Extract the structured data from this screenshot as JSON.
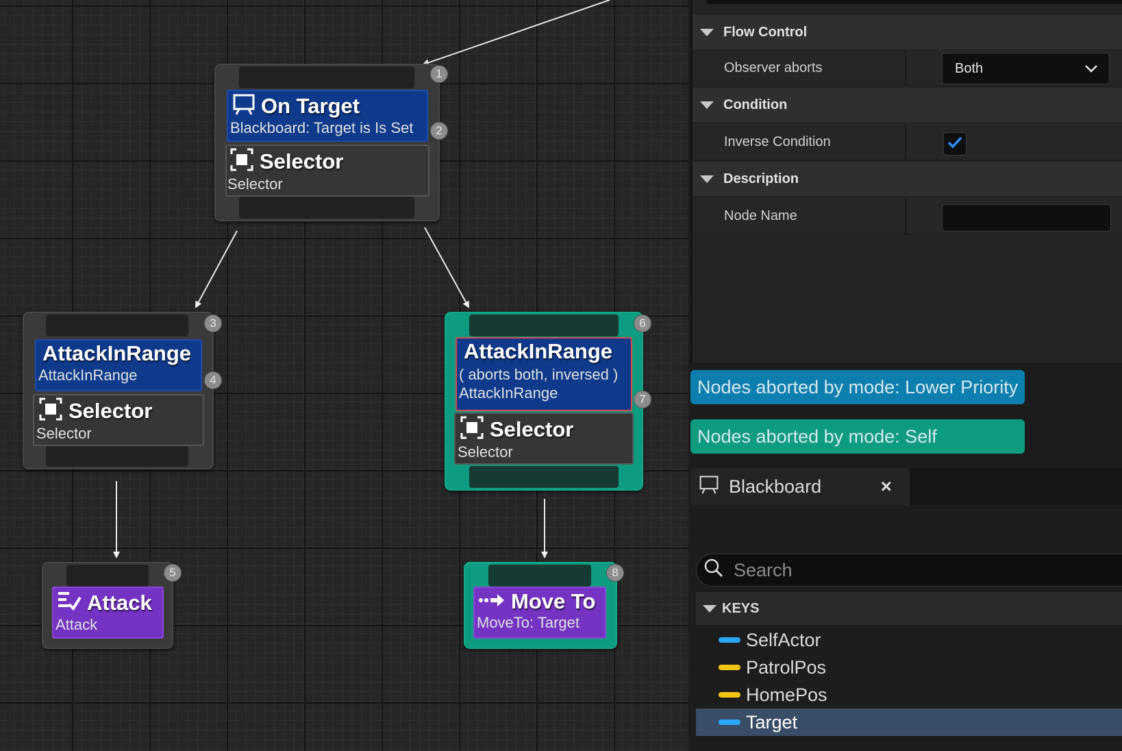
{
  "graph": {
    "nodes": [
      {
        "badge_top": "1",
        "badge_deco": "2",
        "decorator": {
          "title": "On Target",
          "sub": "Blackboard: Target is Is Set",
          "icon": "blackboard-icon"
        },
        "composite": {
          "title": "Selector",
          "sub": "Selector",
          "icon": "selector-icon"
        }
      },
      {
        "badge_top": "3",
        "badge_deco": "4",
        "decorator": {
          "title": "AttackInRange",
          "sub": "AttackInRange"
        },
        "composite": {
          "title": "Selector",
          "sub": "Selector",
          "icon": "selector-icon"
        }
      },
      {
        "badge_top": "6",
        "badge_deco": "7",
        "decorator": {
          "title": "AttackInRange",
          "sub1": "( aborts both, inversed )",
          "sub": "AttackInRange"
        },
        "composite": {
          "title": "Selector",
          "sub": "Selector",
          "icon": "selector-icon"
        }
      },
      {
        "badge_top": "5",
        "task": {
          "title": "Attack",
          "sub": "Attack",
          "icon": "task-icon"
        }
      },
      {
        "badge_top": "8",
        "task": {
          "title": "Move To",
          "sub": "MoveTo: Target",
          "icon": "move-to-icon"
        }
      }
    ]
  },
  "details": {
    "flow_control": {
      "label": "Flow Control",
      "observer_aborts_label": "Observer aborts",
      "observer_aborts_value": "Both"
    },
    "condition": {
      "label": "Condition",
      "inverse_condition_label": "Inverse Condition",
      "inverse_condition_checked": true
    },
    "description": {
      "label": "Description",
      "node_name_label": "Node Name",
      "node_name_value": ""
    }
  },
  "legend": {
    "lower_priority": "Nodes aborted by mode: Lower Priority",
    "self": "Nodes aborted by mode: Self",
    "lower_priority_color": "#0d7fae",
    "self_color": "#0e9c80"
  },
  "blackboard": {
    "tab_label": "Blackboard",
    "close_glyph": "×",
    "search_placeholder": "Search",
    "keys_header": "KEYS",
    "keys": [
      {
        "name": "SelfActor",
        "color": "#2aa8ff"
      },
      {
        "name": "PatrolPos",
        "color": "#f5c518"
      },
      {
        "name": "HomePos",
        "color": "#f5c518"
      },
      {
        "name": "Target",
        "color": "#2aa8ff",
        "selected": true
      }
    ]
  },
  "colors": {
    "decorator": "#0f3a8c",
    "task": "#7533c4",
    "selected_node": "#0e9c80",
    "accent_check": "#2f8cff"
  }
}
